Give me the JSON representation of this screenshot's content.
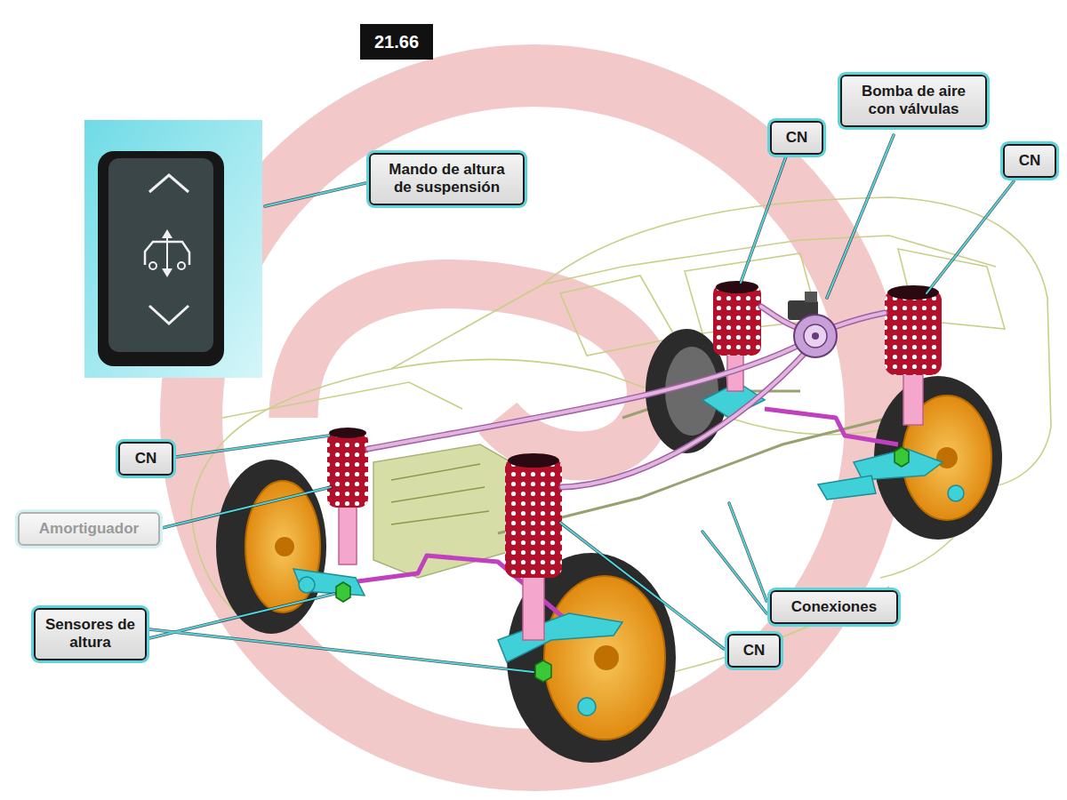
{
  "diagram": {
    "nodes": [
      {
        "text": [
          "21.66"
        ]
      },
      {
        "text": [
          "Mando de altura de suspensión"
        ]
      },
      {
        "text": [
          "Bomba de aire con válvulas"
        ]
      },
      {
        "text": [
          "CN"
        ]
      },
      {
        "text": [
          "CN"
        ]
      },
      {
        "text": [
          "CN"
        ]
      },
      {
        "text": [
          "Amortiguador"
        ]
      },
      {
        "text": [
          "CN"
        ]
      },
      {
        "text": [
          "Conexiones"
        ]
      },
      {
        "text": [
          "Sensores de altura"
        ]
      }
    ]
  }
}
